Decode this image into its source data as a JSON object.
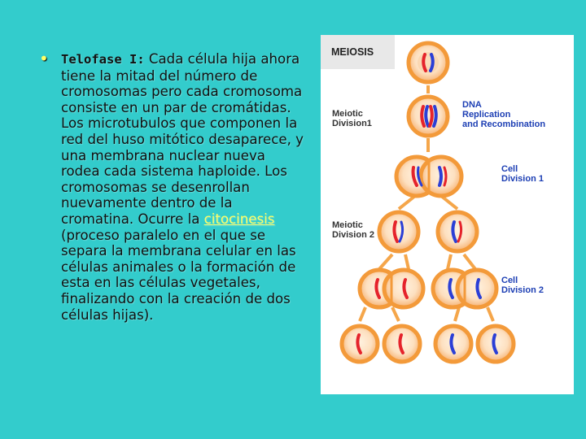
{
  "text_block": {
    "term": "Telofase I:",
    "part1": " Cada célula hija ahora tiene la mitad del número de cromosomas pero cada cromosoma consiste en un par de cromátidas. Los microtubulos que componen la red del huso mitótico desaparece, y una membrana nuclear nueva rodea cada sistema haploide. Los cromosomas se desenrollan nuevamente dentro de la cromatina. Ocurre la ",
    "link": "citocinesis",
    "part2": " (proceso paralelo en el que se separa la membrana celular en las células animales o la formación de esta en las células vegetales, finalizando con la creación de dos células hijas)."
  },
  "figure": {
    "title": "MEIOSIS",
    "labels": {
      "meiotic_division_1": [
        "Meiotic",
        "Division1"
      ],
      "dna_replication": [
        "DNA",
        "Replication",
        "and Recombination"
      ],
      "cell_division_1": [
        "Cell",
        "Division 1"
      ],
      "meiotic_division_2": [
        "Meiotic",
        "Division 2"
      ],
      "cell_division_2": [
        "Cell",
        "Division 2"
      ]
    }
  },
  "colors": {
    "background": "#33cccc",
    "link": "#ffff66",
    "bullet": "#ffff66",
    "label_blue": "#1d3fb4",
    "cell_outer": "#f7a24a",
    "cell_inner": "#fde0c0",
    "chromosome_red": "#e5232b",
    "chromosome_blue": "#2b3fd6"
  }
}
